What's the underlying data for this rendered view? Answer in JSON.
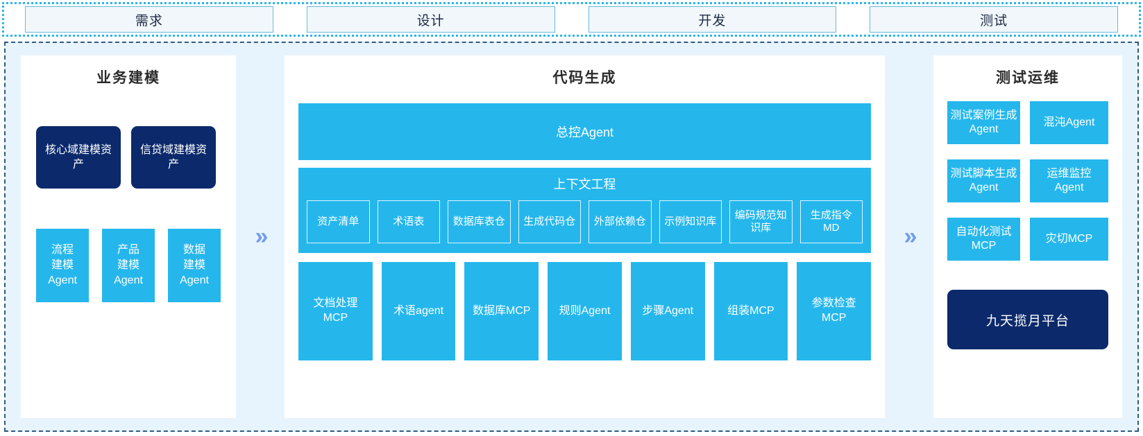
{
  "stages": {
    "tabs": [
      {
        "label": "需求"
      },
      {
        "label": "设计"
      },
      {
        "label": "开发"
      },
      {
        "label": "测试"
      }
    ]
  },
  "colors": {
    "accent_cyan": "#25b7ec",
    "navy": "#0c2a6b",
    "background": "#e8f4fd",
    "arrow": "#6f9ceb",
    "tab_border": "#68b8de",
    "tab_fill": "#f2f7fb"
  },
  "arrows": {
    "glyph": "»",
    "name": "double-chevron-right"
  },
  "panels": {
    "business_modeling": {
      "title": "业务建模",
      "assets": [
        {
          "label": "核心域建模资产"
        },
        {
          "label": "信贷域建模资产"
        }
      ],
      "agents": [
        {
          "label": "流程\n建模\nAgent"
        },
        {
          "label": "产品\n建模\nAgent"
        },
        {
          "label": "数据\n建模\nAgent"
        }
      ]
    },
    "code_generation": {
      "title": "代码生成",
      "master_agent": "总控Agent",
      "context_engineering": {
        "title": "上下文工程",
        "items": [
          {
            "label": "资产清单"
          },
          {
            "label": "术语表"
          },
          {
            "label": "数据库表仓"
          },
          {
            "label": "生成代码仓"
          },
          {
            "label": "外部依赖仓"
          },
          {
            "label": "示例知识库"
          },
          {
            "label": "编码规范知识库"
          },
          {
            "label": "生成指令MD"
          }
        ]
      },
      "tools": [
        {
          "label": "文档处理MCP"
        },
        {
          "label": "术语agent"
        },
        {
          "label": "数据库MCP"
        },
        {
          "label": "规则Agent"
        },
        {
          "label": "步骤Agent"
        },
        {
          "label": "组装MCP"
        },
        {
          "label": "参数检查MCP"
        }
      ]
    },
    "test_ops": {
      "title": "测试运维",
      "cards": [
        {
          "label": "测试案例生成Agent"
        },
        {
          "label": "混沌Agent"
        },
        {
          "label": "测试脚本生成Agent"
        },
        {
          "label": "运维监控Agent"
        },
        {
          "label": "自动化测试MCP"
        },
        {
          "label": "灾切MCP"
        }
      ],
      "platform": "九天揽月平台"
    }
  }
}
